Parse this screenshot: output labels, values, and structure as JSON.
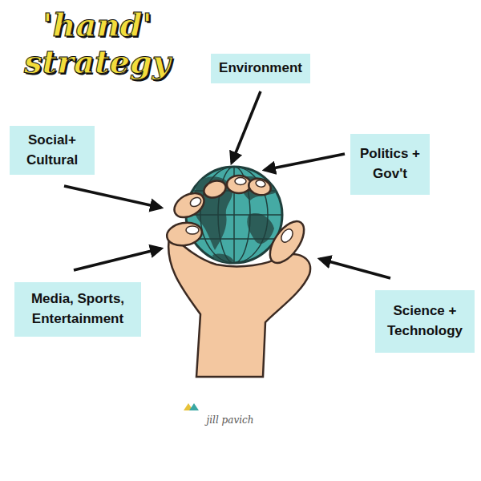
{
  "diagram": {
    "title": "'hand' strategy",
    "nodes": [
      {
        "text": [
          "Environment"
        ]
      },
      {
        "text": [
          "Social+ Cultural"
        ]
      },
      {
        "text": [
          "Politics + Gov't"
        ]
      },
      {
        "text": [
          "Media, Sports, Entertainment"
        ]
      },
      {
        "text": [
          "Science + Technology"
        ]
      }
    ],
    "labels": [
      "jill pavich"
    ]
  }
}
